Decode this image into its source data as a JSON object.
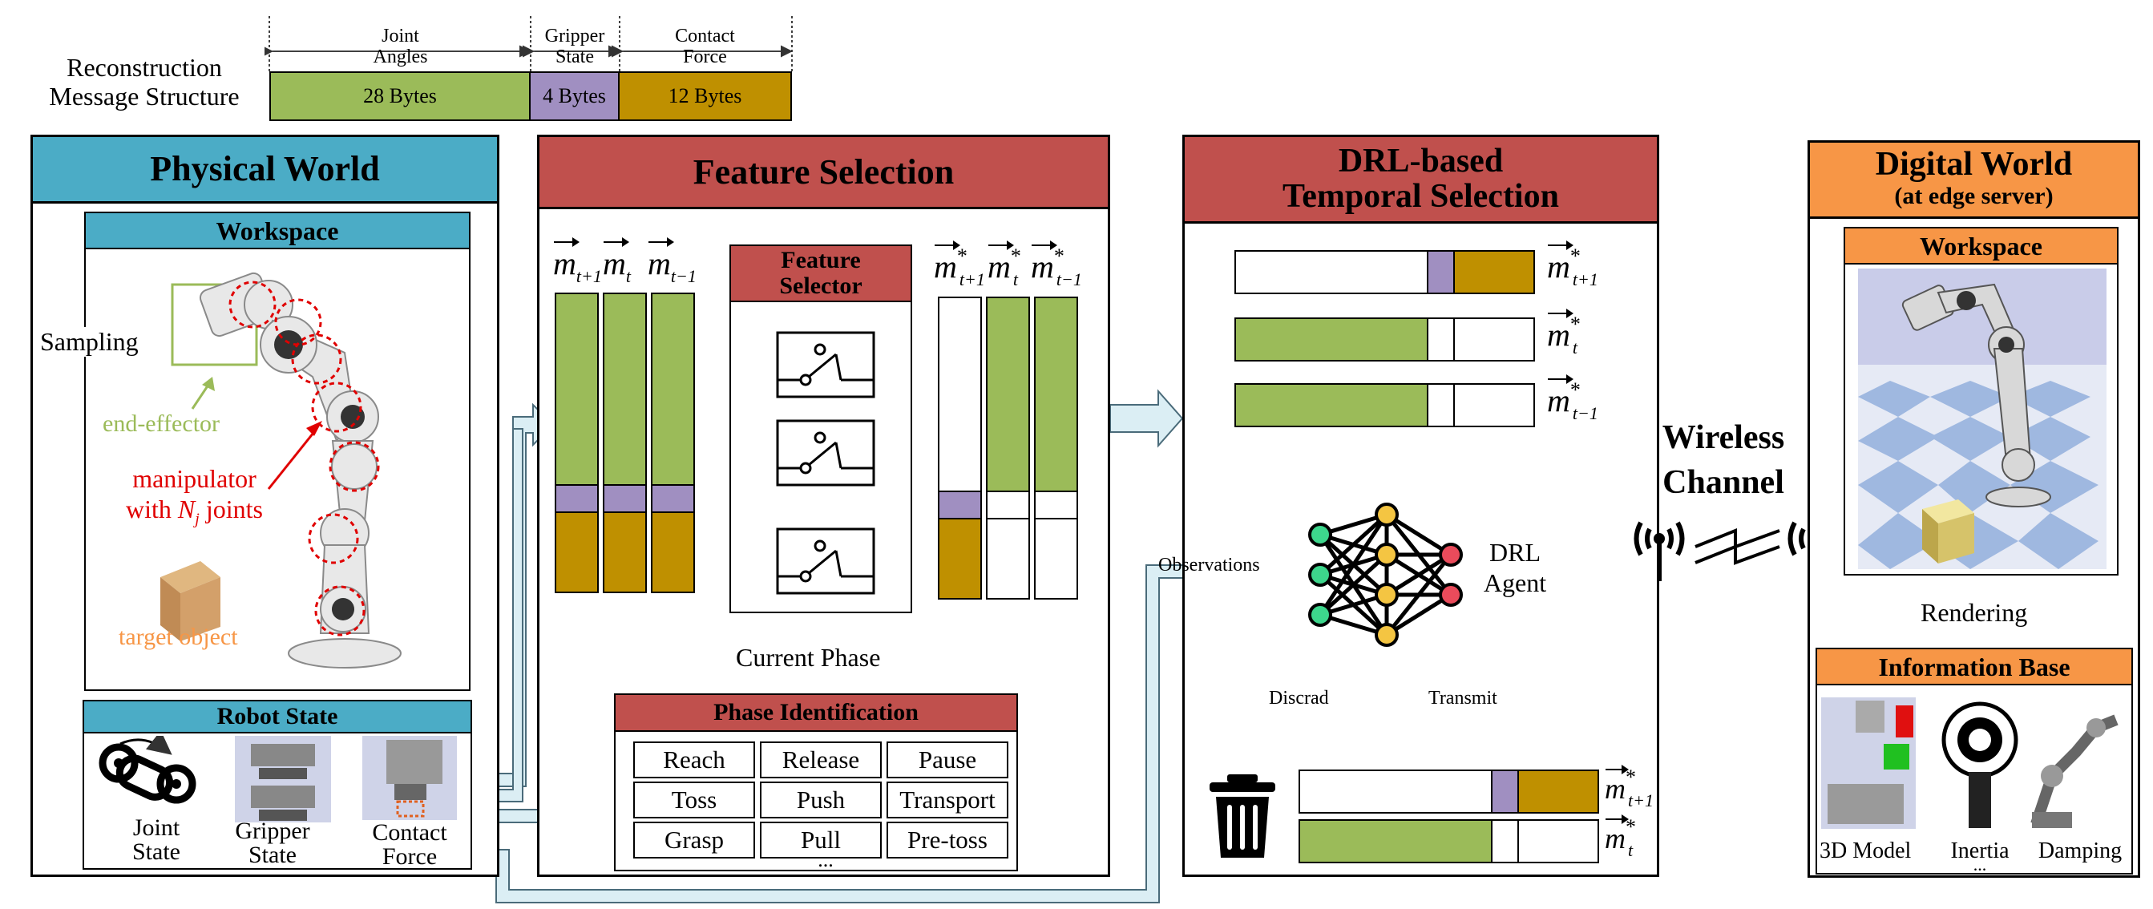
{
  "message": {
    "title_line1": "Reconstruction",
    "title_line2": "Message Structure",
    "headers": [
      "Joint\nAngles",
      "Gripper\nState",
      "Contact\nForce"
    ],
    "segments": [
      "28 Bytes",
      "4 Bytes",
      "12 Bytes"
    ]
  },
  "physical": {
    "title": "Physical World",
    "workspace_title": "Workspace",
    "sampling": "Sampling",
    "end_effector": "end-effector",
    "manipulator_line1": "manipulator",
    "manipulator_line2_pre": "with ",
    "manipulator_var": "N",
    "manipulator_sub": "j",
    "manipulator_line2_post": " joints",
    "target_object": "target object",
    "robot_state_title": "Robot State",
    "joint_state_1": "Joint",
    "joint_state_2": "State",
    "gripper_state_1": "Gripper",
    "gripper_state_2": "State",
    "contact_force_1": "Contact",
    "contact_force_2": "Force"
  },
  "feature": {
    "title": "Feature Selection",
    "selector_line1": "Feature",
    "selector_line2": "Selector",
    "current_phase": "Current Phase",
    "phase_title": "Phase Identification",
    "phases": [
      "Reach",
      "Release",
      "Pause",
      "Toss",
      "Push",
      "Transport",
      "Grasp",
      "Pull",
      "Pre-toss"
    ],
    "phases_more": "...",
    "m": "m",
    "star": "*",
    "sub_t1": "t+1",
    "sub_t": "t",
    "sub_tm1": "t−1"
  },
  "drl": {
    "title_line1": "DRL-based",
    "title_line2": "Temporal Selection",
    "observations": "Observations",
    "agent_line1": "DRL",
    "agent_line2": "Agent",
    "discard": "Discrad",
    "transmit": "Transmit"
  },
  "wireless": {
    "line1": "Wireless",
    "line2": "Channel"
  },
  "digital": {
    "title": "Digital World",
    "subtitle": "(at edge server)",
    "workspace_title": "Workspace",
    "rendering": "Rendering",
    "info_title": "Information Base",
    "model_3d": "3D Model",
    "inertia": "Inertia",
    "damping": "Damping",
    "more": "..."
  },
  "colors": {
    "joint": "#9bbb59",
    "gripper": "#a08fc1",
    "force": "#bf9000",
    "physical_header": "#4bacc6",
    "red_header": "#c0504d",
    "digital_header": "#f79646",
    "arrow_fill": "#dbeef4"
  }
}
